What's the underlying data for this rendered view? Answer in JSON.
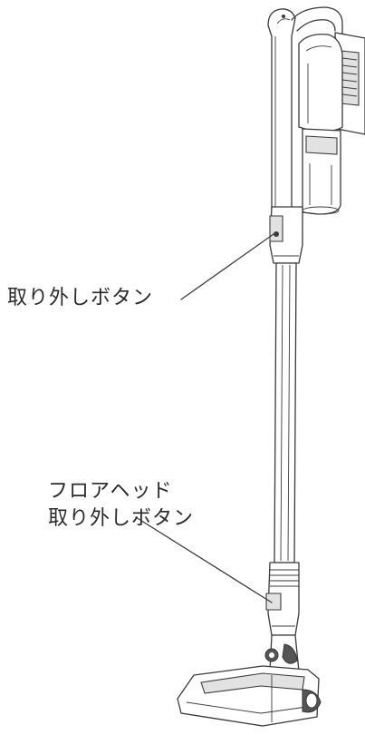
{
  "labels": {
    "detach_button": "取り外しボタン",
    "floor_head_line1": "フロアヘッド",
    "floor_head_line2": "取り外しボタン"
  },
  "colors": {
    "line": "#3a3a3a",
    "text": "#2a2a2a",
    "background": "#ffffff",
    "shading": "#e2e2e2"
  }
}
